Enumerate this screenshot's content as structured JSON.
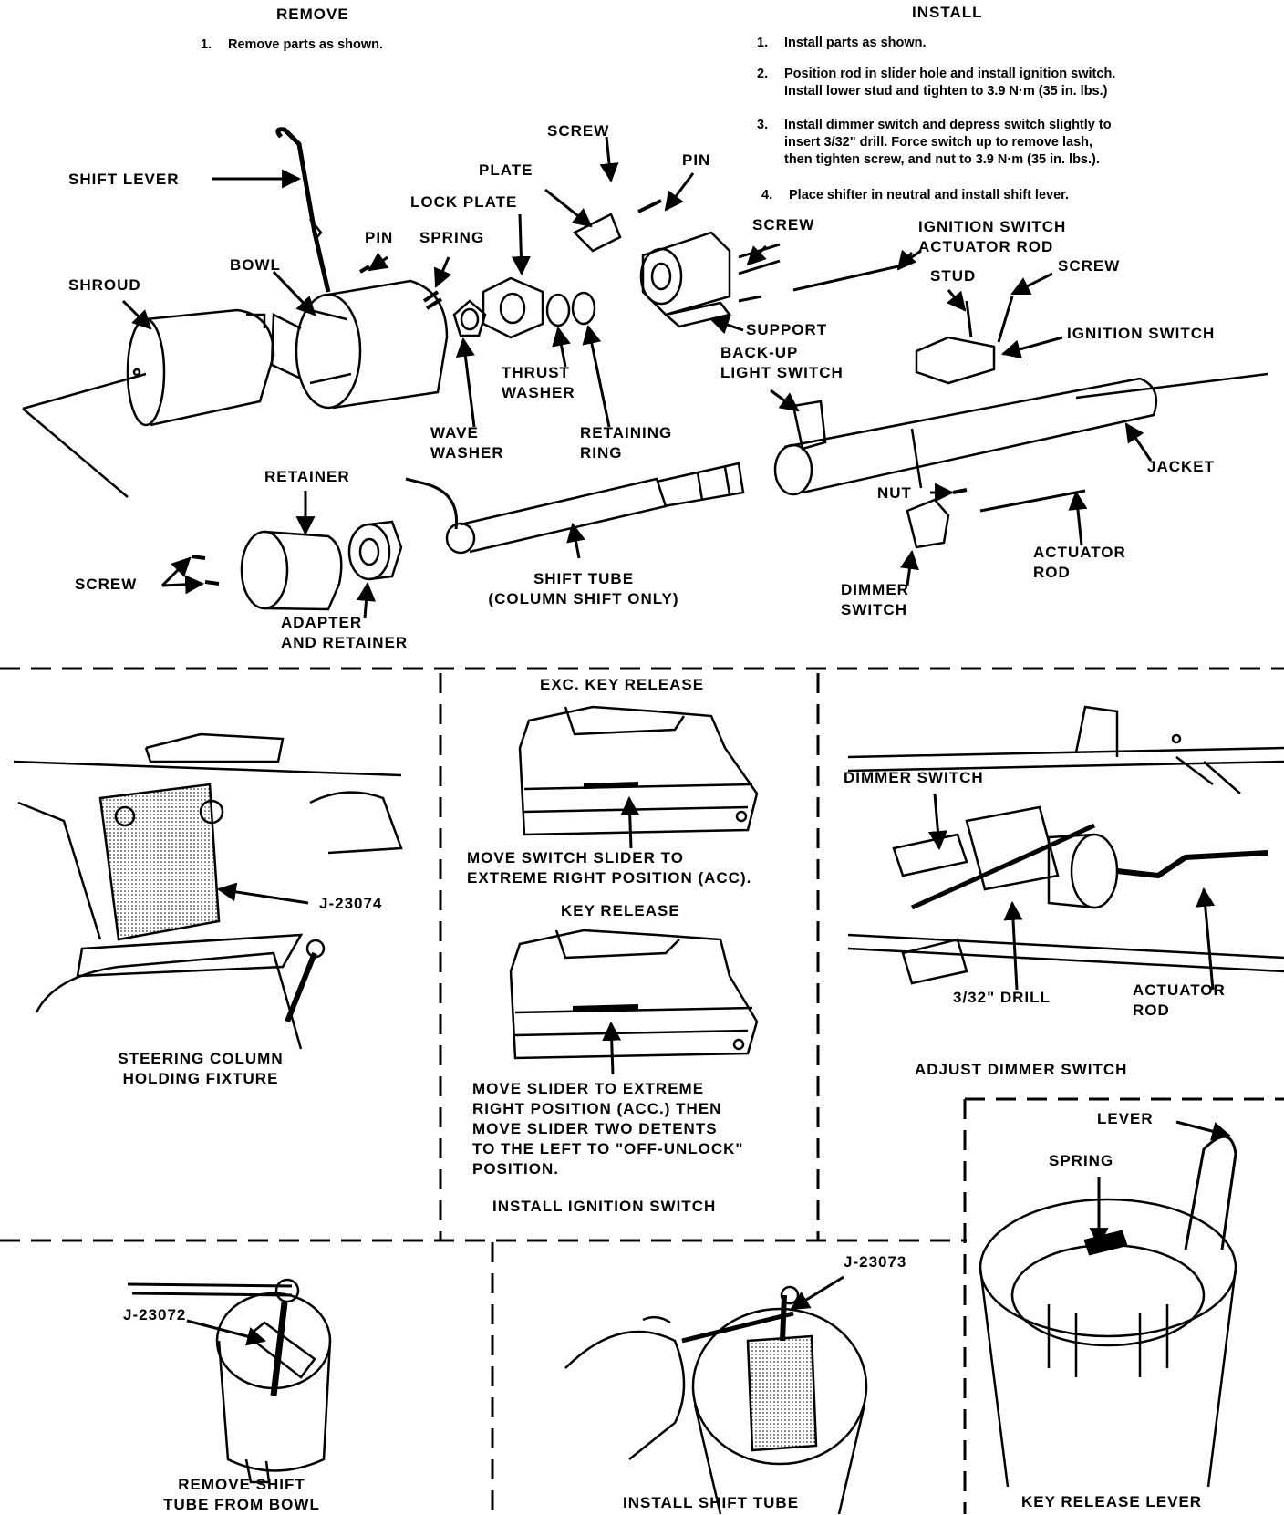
{
  "remove": {
    "heading": "REMOVE",
    "steps": [
      {
        "num": "1.",
        "text": "Remove parts as shown."
      }
    ]
  },
  "install": {
    "heading": "INSTALL",
    "steps": [
      {
        "num": "1.",
        "lines": [
          "Install parts as shown."
        ]
      },
      {
        "num": "2.",
        "lines": [
          "Position rod in slider hole and install ignition switch.",
          "Install lower stud and tighten to 3.9 N·m (35 in. lbs.)"
        ]
      },
      {
        "num": "3.",
        "lines": [
          "Install dimmer switch and depress switch slightly to",
          "insert 3/32\" drill.  Force switch up to remove lash,",
          "then tighten screw, and nut to 3.9 N·m (35 in. lbs.)."
        ]
      },
      {
        "num": "4.",
        "lines": [
          "Place shifter in neutral and install  shift lever."
        ]
      }
    ]
  },
  "exploded_labels": {
    "shift_lever": "SHIFT LEVER",
    "screw_top": "SCREW",
    "pin_top": "PIN",
    "plate": "PLATE",
    "lock_plate": "LOCK PLATE",
    "pin": "PIN",
    "spring": "SPRING",
    "screw_right": "SCREW",
    "ignition_switch_actuator_rod": [
      "IGNITION SWITCH",
      "ACTUATOR ROD"
    ],
    "stud": "STUD",
    "screw_ign": "SCREW",
    "bowl": "BOWL",
    "shroud": "SHROUD",
    "support": "SUPPORT",
    "ignition_switch": "IGNITION SWITCH",
    "backup_light_switch": [
      "BACK-UP",
      "LIGHT SWITCH"
    ],
    "thrust_washer": [
      "THRUST",
      "WASHER"
    ],
    "wave_washer": [
      "WAVE",
      "WASHER"
    ],
    "retaining_ring": [
      "RETAINING",
      "RING"
    ],
    "retainer": "RETAINER",
    "jacket": "JACKET",
    "nut": "NUT",
    "screw_left": "SCREW",
    "shift_tube": [
      "SHIFT TUBE",
      "(COLUMN SHIFT ONLY)"
    ],
    "actuator_rod": [
      "ACTUATOR",
      "ROD"
    ],
    "dimmer_switch": [
      "DIMMER",
      "SWITCH"
    ],
    "adapter_retainer": [
      "ADAPTER",
      "AND RETAINER"
    ]
  },
  "panels": {
    "holding_fixture": {
      "tool": "J-23074",
      "caption": [
        "STEERING COLUMN",
        "HOLDING FIXTURE"
      ]
    },
    "ignition": {
      "exc_title": "EXC. KEY RELEASE",
      "exc_caption": [
        "MOVE SWITCH SLIDER TO",
        "EXTREME RIGHT POSITION (ACC)."
      ],
      "key_title": "KEY RELEASE",
      "key_caption": [
        "MOVE SLIDER TO EXTREME",
        "RIGHT POSITION (ACC.) THEN",
        "MOVE SLIDER TWO DETENTS",
        "TO THE LEFT TO \"OFF-UNLOCK\"",
        "POSITION."
      ],
      "caption": "INSTALL IGNITION SWITCH"
    },
    "dimmer": {
      "dimmer_label": "DIMMER SWITCH",
      "drill_label": "3/32\" DRILL",
      "rod_label": [
        "ACTUATOR",
        "ROD"
      ],
      "caption": "ADJUST DIMMER SWITCH"
    },
    "remove_shift_tube": {
      "tool": "J-23072",
      "caption": [
        "REMOVE SHIFT",
        "TUBE FROM BOWL"
      ]
    },
    "install_shift_tube": {
      "tool": "J-23073",
      "caption": "INSTALL SHIFT TUBE"
    },
    "key_release_lever": {
      "lever": "LEVER",
      "spring": "SPRING",
      "caption": "KEY RELEASE LEVER"
    }
  }
}
